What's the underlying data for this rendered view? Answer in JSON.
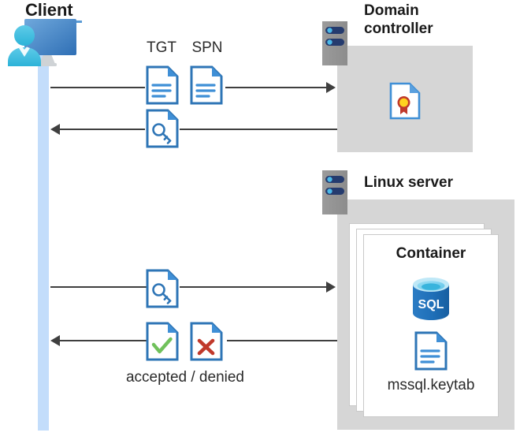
{
  "diagram": {
    "type": "sequence-architecture",
    "background": "#ffffff",
    "accent_blue": "#2e75b6",
    "lifeline_color": "#c3ddfb",
    "box_gray": "#d6d6d6",
    "arrow_color": "#3f3f3f"
  },
  "client": {
    "title": "Client",
    "icon": "client-workstation-icon",
    "lifeline": "client-lifeline"
  },
  "domain_controller": {
    "title_line1": "Domain",
    "title_line2": "controller",
    "rack_icon": "server-rack-icon",
    "content_icon": "certificate-document-icon"
  },
  "linux_server": {
    "title": "Linux server",
    "rack_icon": "server-rack-icon",
    "container": {
      "title": "Container",
      "sql_icon": "sql-database-icon",
      "sql_label": "SQL",
      "keytab_icon": "document-icon",
      "keytab_label": "mssql.keytab"
    }
  },
  "messages": [
    {
      "id": "msg-1",
      "direction": "right",
      "labels": [
        "TGT",
        "SPN"
      ],
      "icons": [
        "tgt-document-icon",
        "spn-document-icon"
      ],
      "target": "domain-controller"
    },
    {
      "id": "msg-2",
      "direction": "left",
      "labels": [],
      "icons": [
        "key-document-icon"
      ],
      "target": "client"
    },
    {
      "id": "msg-3",
      "direction": "right",
      "labels": [],
      "icons": [
        "key-document-icon"
      ],
      "target": "linux-server"
    },
    {
      "id": "msg-4",
      "direction": "left",
      "labels": [],
      "icons": [
        "accepted-document-icon",
        "denied-document-icon"
      ],
      "caption": "accepted / denied",
      "target": "client"
    }
  ],
  "labels": {
    "tgt": "TGT",
    "spn": "SPN",
    "accepted_denied": "accepted / denied"
  }
}
